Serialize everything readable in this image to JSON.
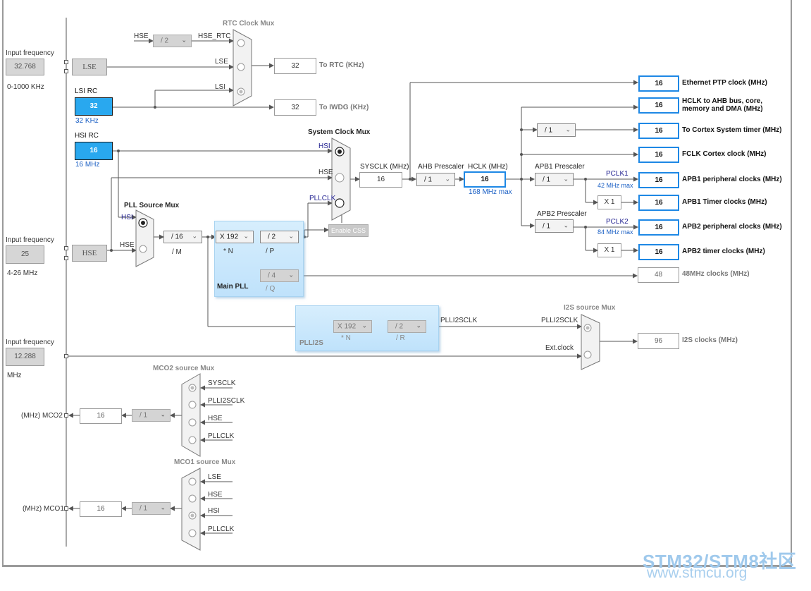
{
  "inputs": {
    "lse_freq": {
      "label": "Input frequency",
      "value": "32.768",
      "range": "0-1000 KHz"
    },
    "hse_freq": {
      "label": "Input frequency",
      "value": "25",
      "range": "4-26 MHz"
    },
    "ext_freq": {
      "label": "Input frequency",
      "value": "12.288",
      "range": "MHz"
    }
  },
  "sources": {
    "lse": "LSE",
    "hse": "HSE",
    "lsi": {
      "title": "LSI RC",
      "value": "32",
      "sub": "32 KHz"
    },
    "hsi": {
      "title": "HSI RC",
      "value": "16",
      "sub": "16 MHz"
    }
  },
  "rtc": {
    "title": "RTC Clock Mux",
    "hse_div": "/ 2",
    "hse_in": "HSE",
    "hse_rtc": "HSE_RTC",
    "lse_in": "LSE",
    "lsi_in": "LSI",
    "rtc_value": "32",
    "rtc_label": "To RTC (KHz)",
    "iwdg_value": "32",
    "iwdg_label": "To IWDG (KHz)"
  },
  "sysmux": {
    "title": "System Clock Mux",
    "hsi": "HSI",
    "hse": "HSE",
    "pllclk": "PLLCLK",
    "enable_css": "Enable CSS"
  },
  "pllsrc": {
    "title": "PLL Source Mux",
    "hsi": "HSI",
    "hse": "HSE",
    "m_div": "/ 16",
    "m_label": "/ M"
  },
  "mainpll": {
    "title": "Main PLL",
    "n_mul": "X 192",
    "n_label": "* N",
    "p_div": "/ 2",
    "p_label": "/ P",
    "q_div": "/ 4",
    "q_label": "/ Q"
  },
  "sysclk": {
    "label": "SYSCLK (MHz)",
    "value": "16"
  },
  "ahb": {
    "label": "AHB Prescaler",
    "div": "/ 1"
  },
  "hclk": {
    "label": "HCLK (MHz)",
    "value": "16",
    "max": "168 MHz max"
  },
  "apb1": {
    "label": "APB1 Prescaler",
    "div": "/ 1",
    "pclk": "PCLK1",
    "max": "42 MHz max",
    "timer_mul": "X 1"
  },
  "apb2": {
    "label": "APB2 Prescaler",
    "div": "/ 1",
    "pclk": "PCLK2",
    "max": "84 MHz max",
    "timer_mul": "X 1"
  },
  "cortex_div": "/ 1",
  "outputs": [
    {
      "value": "16",
      "label": "Ethernet PTP clock (MHz)"
    },
    {
      "value": "16",
      "label": "HCLK to AHB bus, core,",
      "label2": "memory and DMA (MHz)"
    },
    {
      "value": "16",
      "label": "To Cortex System timer (MHz)"
    },
    {
      "value": "16",
      "label": "FCLK Cortex clock (MHz)"
    },
    {
      "value": "16",
      "label": "APB1 peripheral clocks (MHz)"
    },
    {
      "value": "16",
      "label": "APB1 Timer clocks (MHz)"
    },
    {
      "value": "16",
      "label": "APB2 peripheral clocks (MHz)"
    },
    {
      "value": "16",
      "label": "APB2 timer clocks (MHz)"
    }
  ],
  "clk48": {
    "value": "48",
    "label": "48MHz clocks (MHz)"
  },
  "plli2s": {
    "title": "PLLI2S",
    "n_mul": "X 192",
    "n_label": "* N",
    "r_div": "/ 2",
    "r_label": "/ R",
    "out": "PLLI2SCLK"
  },
  "i2s": {
    "title": "I2S source Mux",
    "in1": "PLLI2SCLK",
    "in2": "Ext.clock",
    "value": "96",
    "label": "I2S clocks (MHz)"
  },
  "mco2": {
    "title": "MCO2 source Mux",
    "inputs": [
      "SYSCLK",
      "PLLI2SCLK",
      "HSE",
      "PLLCLK"
    ],
    "div": "/ 1",
    "value": "16",
    "label": "(MHz) MCO2"
  },
  "mco1": {
    "title": "MCO1 source Mux",
    "inputs": [
      "LSE",
      "HSE",
      "HSI",
      "PLLCLK"
    ],
    "div": "/ 1",
    "value": "16",
    "label": "(MHz) MCO1"
  },
  "watermark": {
    "line1": "STM32/STM8社区",
    "line2": "www.stmcu.org"
  }
}
